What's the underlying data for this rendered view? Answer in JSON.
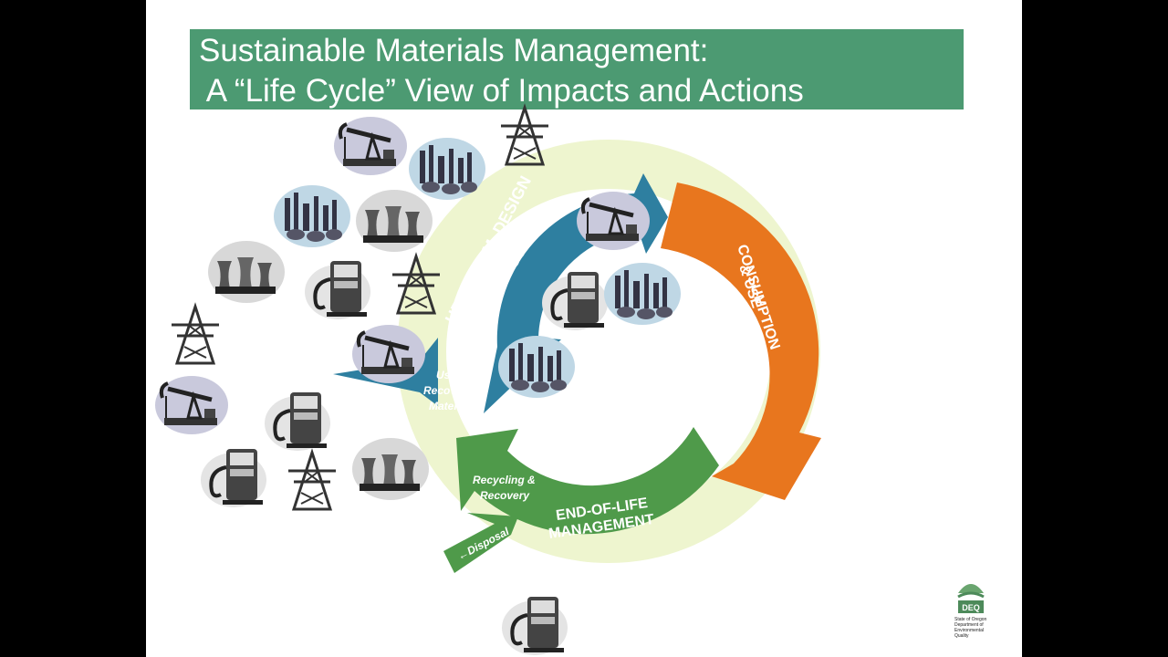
{
  "slide": {
    "title_line1": "Sustainable Materials Management:",
    "title_line2": " A “Life Cycle” View of Impacts and Actions"
  },
  "diagram": {
    "upstream_label_1": "UPSTREAM, DESIGN",
    "upstream_label_2": "& PRODUCTION",
    "consumption_label_1": "CONSUMPTION",
    "consumption_label_2": "& USE",
    "eol_label_1": "END-OF-LIFE",
    "eol_label_2": "MANAGEMENT",
    "use_recovered_1": "Use of",
    "use_recovered_2": "Recovered",
    "use_recovered_3": "Materials",
    "recycling_1": "Recycling &",
    "recycling_2": "Recovery",
    "disposal": "←Disposal",
    "colors": {
      "upstream": "#2e7fa0",
      "consumption": "#e8761e",
      "end_of_life": "#4f9a4a",
      "background_ring": "#eef5cf",
      "title_bar": "#4c9a72"
    }
  },
  "logo": {
    "name": "DEQ",
    "line1": "State of Oregon",
    "line2": "Department of",
    "line3": "Environmental",
    "line4": "Quality"
  }
}
